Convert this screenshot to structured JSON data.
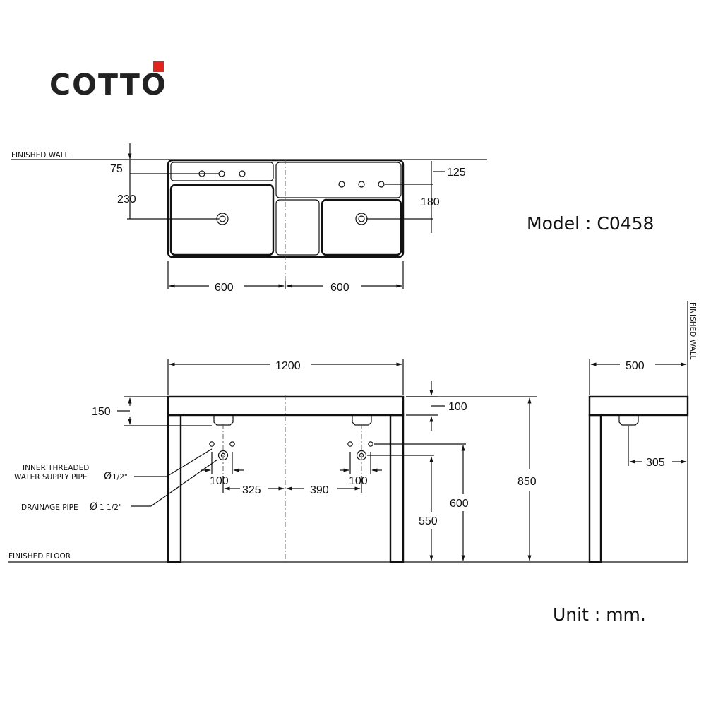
{
  "brand": {
    "name": "COTTO",
    "accent_color": "#e1251b"
  },
  "labels": {
    "finished_wall": "FINISHED WALL",
    "finished_floor": "FINISHED FLOOR",
    "supply_pipe_line1": "INNER THREADED",
    "supply_pipe_line2": "WATER SUPPLY PIPE",
    "supply_pipe_size": "1/2\"",
    "drain_pipe": "DRAINAGE PIPE",
    "drain_pipe_size": "1 1/2\"",
    "diameter_symbol": "Ø"
  },
  "model": {
    "label": "Model : C0458"
  },
  "unit": {
    "label": "Unit : mm."
  },
  "dimensions": {
    "plan_tap_offset": "75",
    "plan_basin_depth": "230",
    "plan_right_tap_offset": "125",
    "plan_right_basin_depth": "180",
    "plan_left_width": "600",
    "plan_right_width": "600",
    "front_total_width": "1200",
    "front_top_thickness_left": "150",
    "front_top_thickness_right": "100",
    "supply_spacing_left": "100",
    "supply_spacing_right": "100",
    "drain_offset_left": "325",
    "drain_offset_right": "390",
    "supply_height": "600",
    "drain_height": "550",
    "total_height": "850",
    "side_depth": "500",
    "side_drain_offset": "305"
  }
}
